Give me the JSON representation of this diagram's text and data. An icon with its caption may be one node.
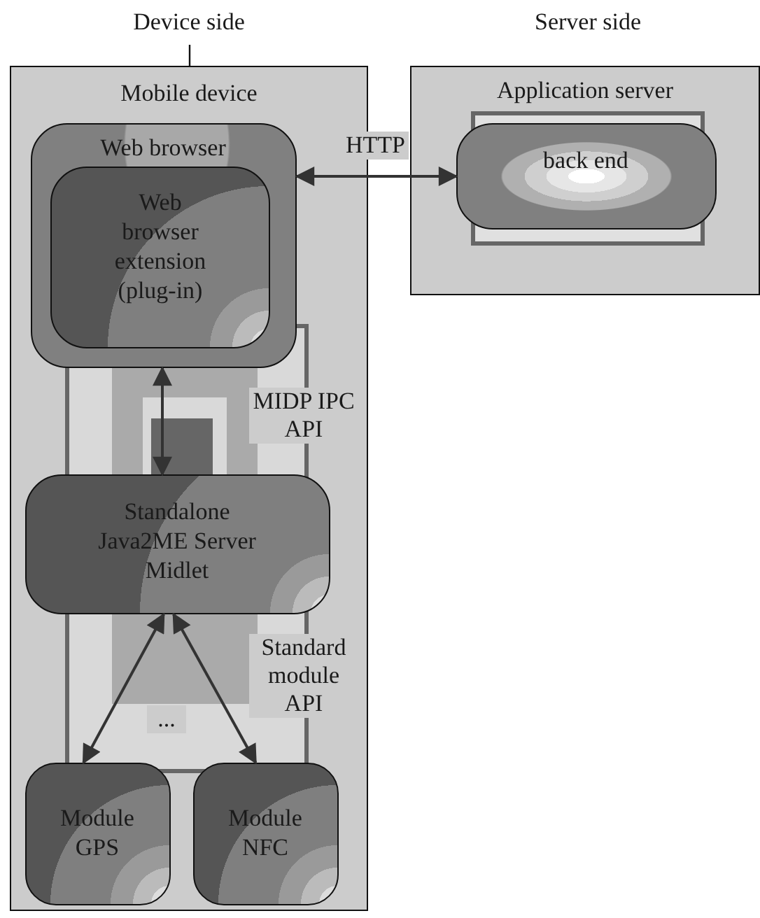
{
  "diagram": {
    "nodes": [
      {
        "text": [
          "Mobile device"
        ],
        "beside": [
          "Device side"
        ]
      },
      {
        "text": [
          "Web browser"
        ],
        "in": 0
      },
      {
        "text": [
          "Web browser extension (plug-in)"
        ],
        "in": 1
      },
      {
        "text": [
          "Application server"
        ],
        "beside": [
          "Server side"
        ]
      },
      {
        "text": [
          "back end"
        ],
        "in": 3
      },
      {
        "text": [
          "Standalone Java2ME Server Midlet"
        ],
        "in": 0
      },
      {
        "text": [
          "Module GPS"
        ],
        "in": 0
      },
      {
        "text": [
          "Module NFC"
        ],
        "in": 0
      }
    ],
    "edges": [
      {
        "from": 1,
        "to": 4,
        "arrow": "both",
        "label": "HTTP"
      },
      {
        "from": 1,
        "to": 5,
        "arrow": "both"
      },
      {
        "from": 5,
        "to": 6,
        "arrow": "both"
      },
      {
        "from": 5,
        "to": 7,
        "arrow": "both"
      }
    ],
    "labels": [
      "MIDP IPC API",
      "Standard module API",
      "..."
    ]
  }
}
